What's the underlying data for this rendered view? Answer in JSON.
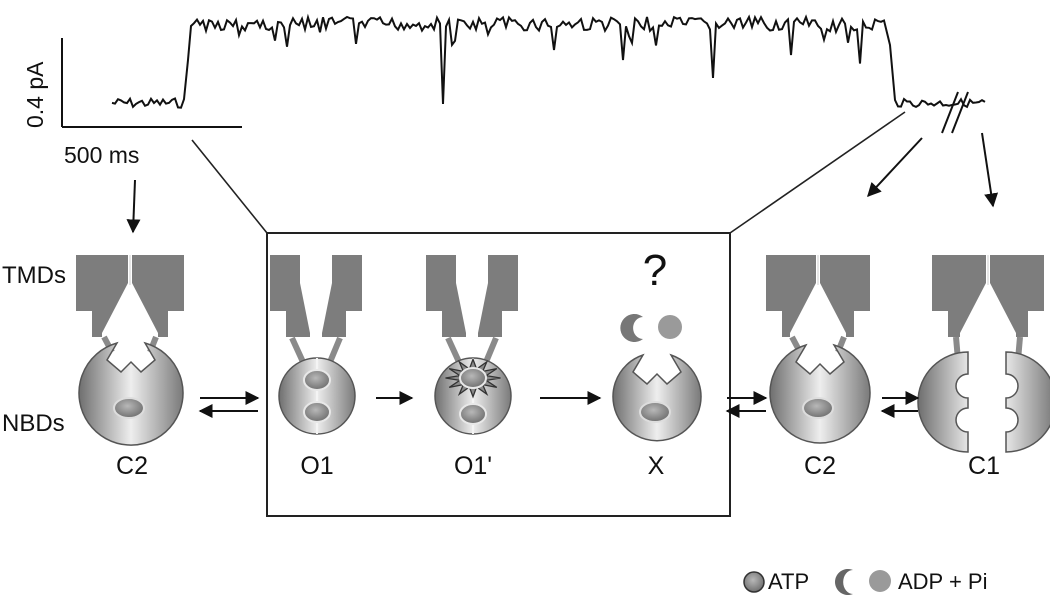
{
  "scale_bar": {
    "current": "0.4 pA",
    "time": "500 ms"
  },
  "domain_labels": {
    "tmd": "TMDs",
    "nbd": "NBDs"
  },
  "states": {
    "c2_left": "C2",
    "o1": "O1",
    "o1_prime": "O1'",
    "x": "X",
    "c2_right": "C2",
    "c1": "C1"
  },
  "unknown_mark": "?",
  "legend": {
    "atp": "ATP",
    "adp_pi": "ADP + Pi"
  },
  "colors": {
    "tmd": "#7d7d7d",
    "nbd_dark": "#7a7a7a",
    "nbd_light": "#eeeeee",
    "atp": "#8c8c8c",
    "adp": "#9a9a9a",
    "trace": "#111111"
  }
}
